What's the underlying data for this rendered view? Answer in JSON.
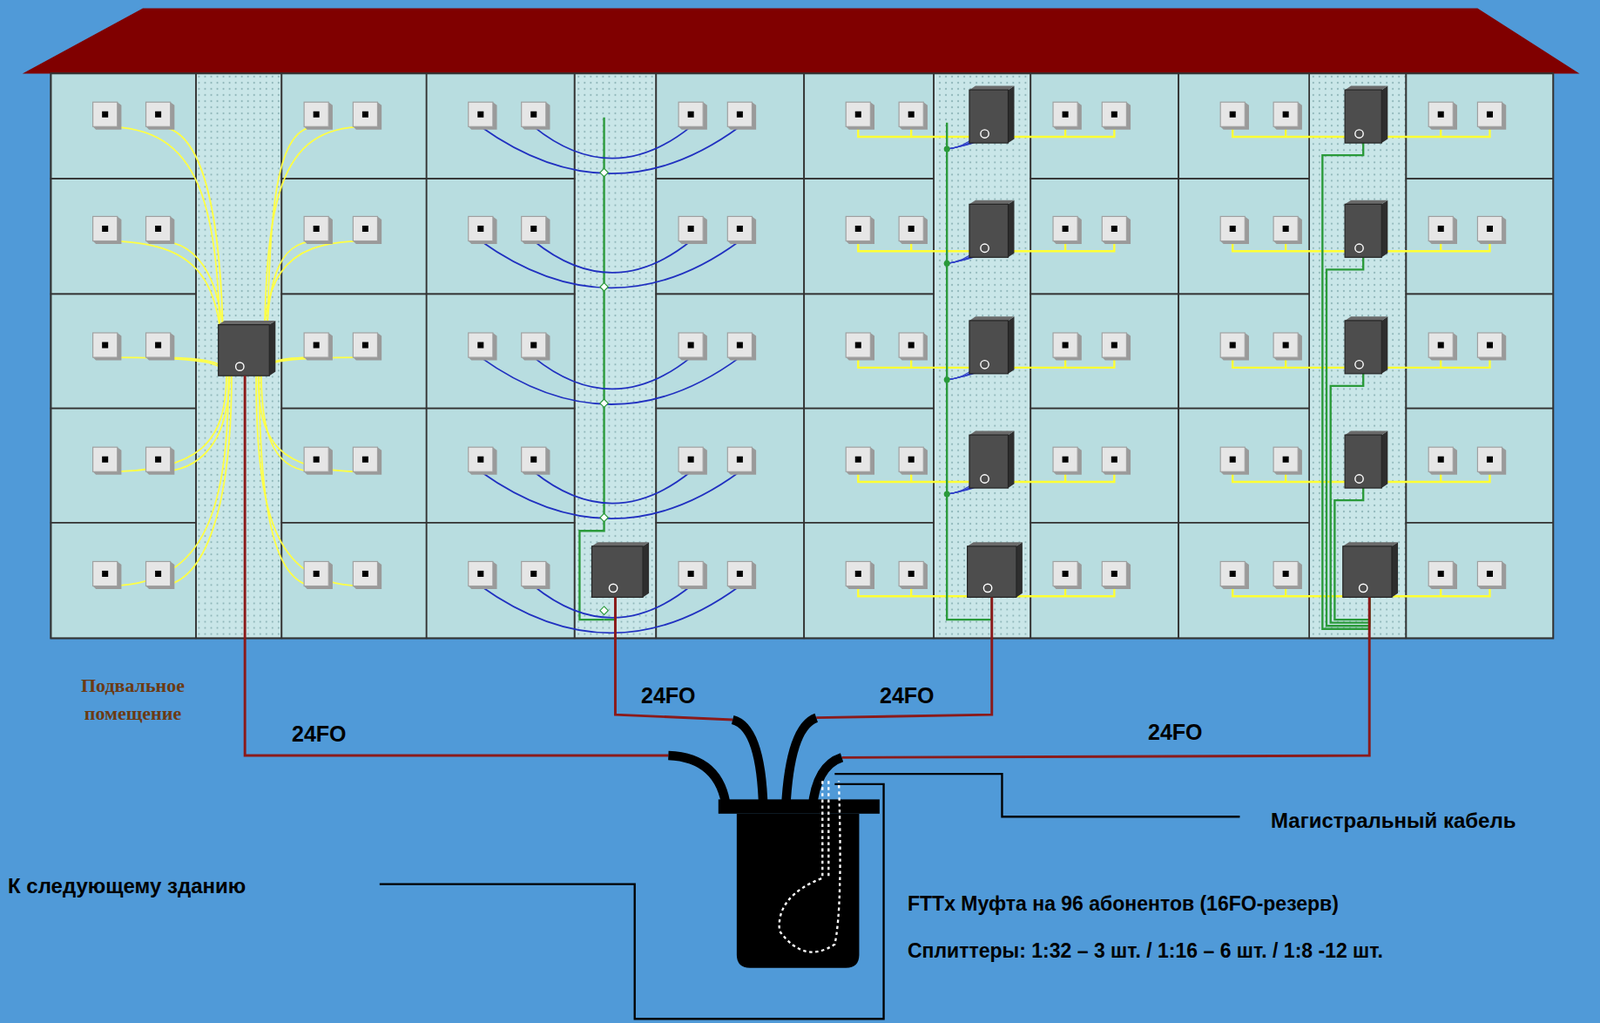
{
  "diagram": {
    "labels": [
      "Подвальное помещение",
      "24FO",
      "24FO",
      "24FO",
      "24FO",
      "Магистральный кабель",
      "К следующему зданию",
      "FTTx Муфта на 96 абонентов (16FO-резерв)",
      "Сплиттеры: 1:32 – 3 шт. / 1:16 – 6 шт. / 1:8 -12 шт."
    ]
  }
}
